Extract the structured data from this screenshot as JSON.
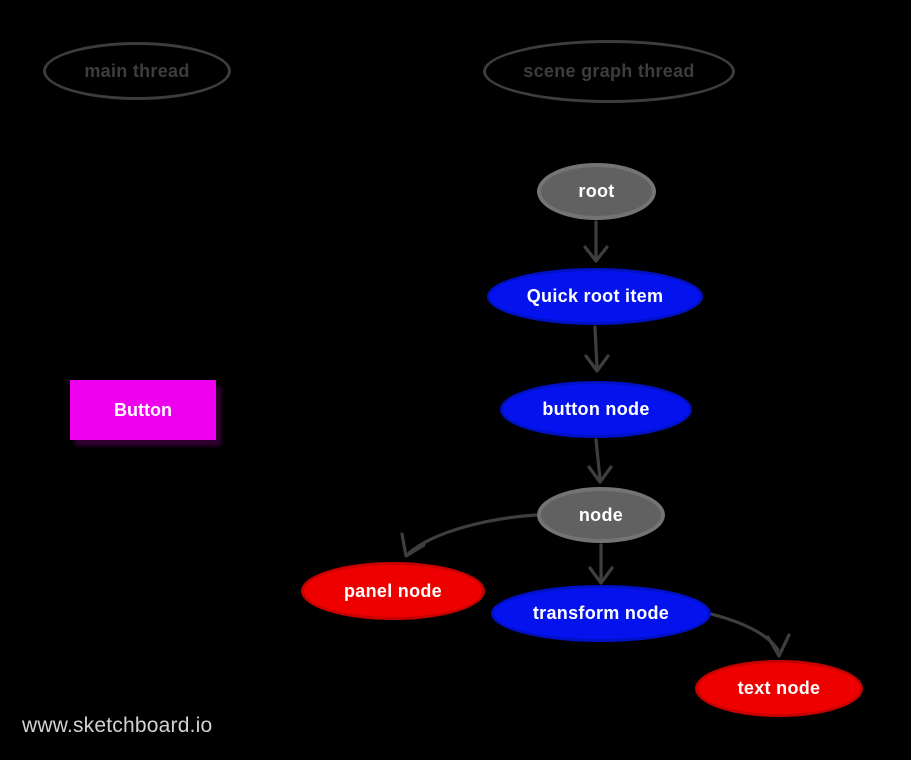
{
  "page": {
    "watermark": "www.sketchboard.io",
    "background": "#000000"
  },
  "lanes": {
    "main_thread": {
      "label": "main thread"
    },
    "scene_graph_thread": {
      "label": "scene graph thread"
    }
  },
  "main_thread_items": {
    "button": {
      "label": "Button",
      "color": "#ee00ee"
    }
  },
  "nodes": {
    "root": {
      "label": "root",
      "color": "#616161",
      "shape": "ellipse"
    },
    "quick_root_item": {
      "label": "Quick root item",
      "color": "#0413ee",
      "shape": "ellipse"
    },
    "button_node": {
      "label": "button node",
      "color": "#0413ee",
      "shape": "ellipse"
    },
    "node": {
      "label": "node",
      "color": "#616161",
      "shape": "ellipse"
    },
    "panel_node": {
      "label": "panel node",
      "color": "#ee0000",
      "shape": "ellipse"
    },
    "transform_node": {
      "label": "transform node",
      "color": "#0413ee",
      "shape": "ellipse"
    },
    "text_node": {
      "label": "text node",
      "color": "#ee0000",
      "shape": "ellipse"
    }
  },
  "edges": [
    {
      "from": "root",
      "to": "quick_root_item"
    },
    {
      "from": "quick_root_item",
      "to": "button_node"
    },
    {
      "from": "button_node",
      "to": "node"
    },
    {
      "from": "node",
      "to": "panel_node"
    },
    {
      "from": "node",
      "to": "transform_node"
    },
    {
      "from": "transform_node",
      "to": "text_node"
    }
  ],
  "colors": {
    "edge": "#3e3e3e",
    "lane_outline": "#3d3d3d",
    "node_gray": "#616161",
    "node_blue": "#0413ee",
    "node_red": "#ee0000",
    "button_magenta": "#ee00ee",
    "watermark_text": "#d2d2d2",
    "background": "#000000"
  }
}
